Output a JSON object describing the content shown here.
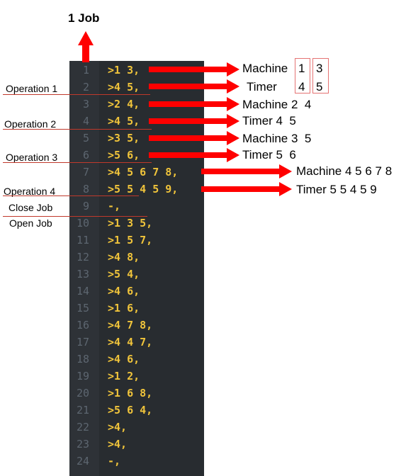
{
  "title": "1 Job",
  "code_lines": [
    {
      "n": "1",
      "text": ">1 3,"
    },
    {
      "n": "2",
      "text": ">4 5,"
    },
    {
      "n": "3",
      "text": ">2 4,"
    },
    {
      "n": "4",
      "text": ">4 5,"
    },
    {
      "n": "5",
      "text": ">3 5,"
    },
    {
      "n": "6",
      "text": ">5 6,"
    },
    {
      "n": "7",
      "text": ">4 5 6 7 8,"
    },
    {
      "n": "8",
      "text": ">5 5 4 5 9,"
    },
    {
      "n": "9",
      "text": "-,"
    },
    {
      "n": "10",
      "text": ">1 3 5,"
    },
    {
      "n": "11",
      "text": ">1 5 7,"
    },
    {
      "n": "12",
      "text": ">4 8,"
    },
    {
      "n": "13",
      "text": ">5 4,"
    },
    {
      "n": "14",
      "text": ">4 6,"
    },
    {
      "n": "15",
      "text": ">1 6,"
    },
    {
      "n": "16",
      "text": ">4 7 8,"
    },
    {
      "n": "17",
      "text": ">4 4 7,"
    },
    {
      "n": "18",
      "text": ">4 6,"
    },
    {
      "n": "19",
      "text": ">1 2,"
    },
    {
      "n": "20",
      "text": ">1 6 8,"
    },
    {
      "n": "21",
      "text": ">5 6 4,"
    },
    {
      "n": "22",
      "text": ">4,"
    },
    {
      "n": "23",
      "text": ">4,"
    },
    {
      "n": "24",
      "text": "-,"
    }
  ],
  "left_labels": {
    "op1": "Operation 1",
    "op2": "Operation 2",
    "op3": "Operation 3",
    "op4": "Operation 4",
    "close": "Close Job",
    "open": "Open Job"
  },
  "right_labels": {
    "machine1_word": "Machine",
    "machine1_a": "1",
    "machine1_b": "3",
    "timer1_word": "Timer",
    "timer1_a": "4",
    "timer1_b": "5",
    "machine2": "Machine 2  4",
    "timer2": "Timer 4  5",
    "machine3": "Machine 3  5",
    "timer3": "Timer 5  6",
    "machine4": "Machine 4 5 6 7 8",
    "timer4": "Timer 5 5 4 5 9"
  },
  "colors": {
    "editor_bg": "#282c30",
    "code_text": "#f0c43b",
    "line_number": "#5d6670",
    "arrow": "#ff0000",
    "underline": "#c0392b",
    "box": "#e57373"
  }
}
